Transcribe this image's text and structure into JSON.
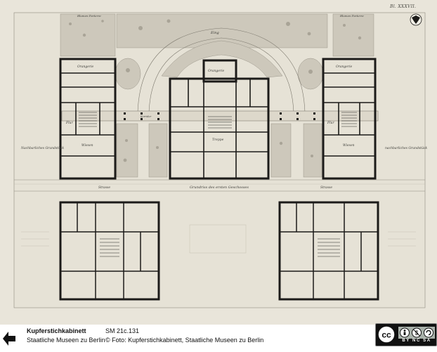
{
  "plate_number": "Bl. XXXVII.",
  "drawing": {
    "label_courtyard_top": "Eing",
    "label_garden_left": "Blumen Parterre",
    "label_garden_right": "Blumen Parterre",
    "label_orangerie_left": "Orangerie",
    "label_orangerie_center": "Orangerie",
    "label_orangerie_right": "Orangerie",
    "label_stair": "Treppe",
    "label_flur_left": "Flur",
    "label_flur_right": "Flur",
    "label_wiesen_left": "Wiesen",
    "label_wiesen_right": "Wiesen",
    "label_neighbor_left": "Nachbarliches Grundstück",
    "label_neighbor_right": "nachbarliches Grundstück",
    "label_strasse_left": "Strasse",
    "label_strasse_right": "Strasse",
    "caption_ground_floor": "Grundriss des ersten Geschosses",
    "label_corridor": "Korridor"
  },
  "footer": {
    "institution_name": "Kupferstichkabinett",
    "institution_sub": "Staatliche Museen zu Berlin",
    "inventory": "SM 21c.131",
    "credit": "© Foto: Kupferstichkabinett, Staatliche Museen zu Berlin"
  },
  "license": {
    "badge_text": "BY NC SA"
  },
  "colors": {
    "paper": "#e9e5da",
    "wall": "#1c1b19",
    "garden": "#cfcbbf"
  }
}
